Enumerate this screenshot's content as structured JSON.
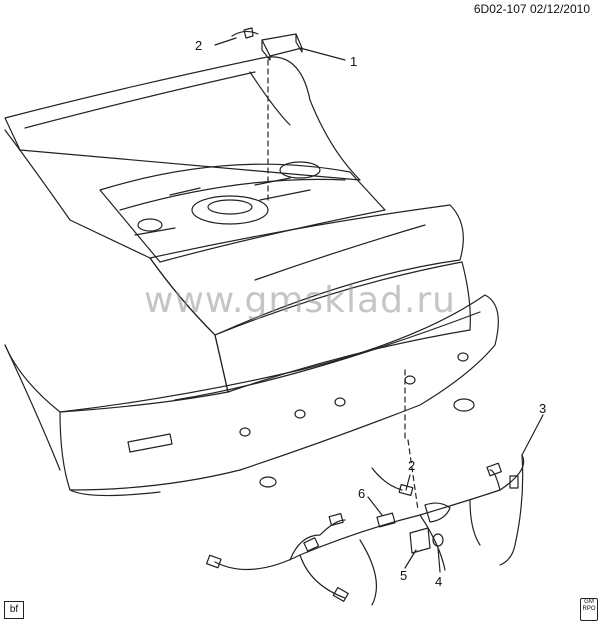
{
  "header": {
    "code": "6D02-107",
    "date": "02/12/2010"
  },
  "watermark": "www.gmsklad.ru",
  "callouts": [
    "1",
    "2",
    "2",
    "3",
    "4",
    "5",
    "6"
  ],
  "footer": {
    "left_tag": "bf",
    "right_badge": [
      "GM",
      "RPO"
    ]
  },
  "colors": {
    "line": "#222222",
    "background": "#ffffff",
    "watermark": "#969696"
  }
}
